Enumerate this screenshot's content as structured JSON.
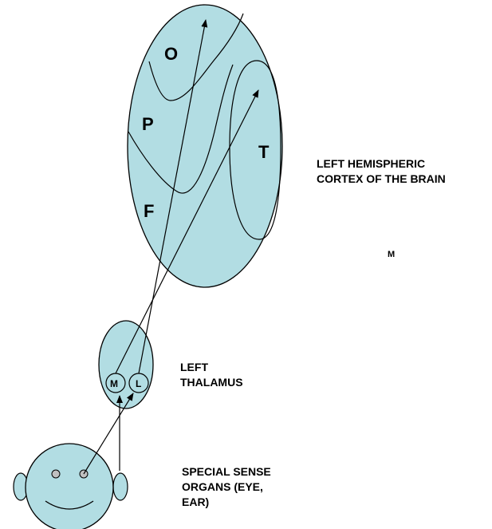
{
  "colors": {
    "fill": "#b2dde3",
    "stroke": "#000000",
    "eye": "#c0c0c0"
  },
  "cortex": {
    "lobes": {
      "occipital": "O",
      "parietal": "P",
      "temporal": "T",
      "frontal": "F"
    },
    "label_lines": [
      "LEFT HEMISPHERIC",
      "CORTEX OF THE BRAIN"
    ],
    "stray_letter": "M"
  },
  "thalamus": {
    "nuclei": {
      "medial": "M",
      "lateral": "L"
    },
    "label_lines": [
      "LEFT",
      "THALAMUS"
    ]
  },
  "sense_organs": {
    "label_lines": [
      "SPECIAL SENSE",
      "ORGANS (EYE,",
      "EAR)"
    ]
  }
}
